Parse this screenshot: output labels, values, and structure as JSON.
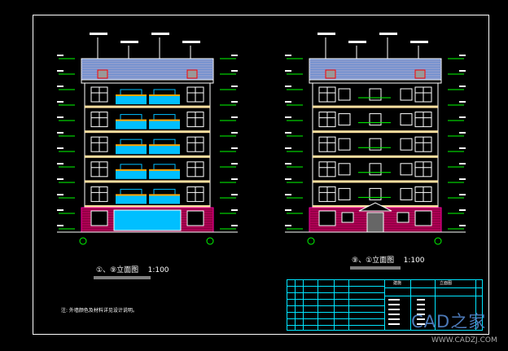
{
  "drawing": {
    "left_elevation": {
      "title": "①、⑨立面图",
      "scale": "1:100",
      "floors": 6
    },
    "right_elevation": {
      "title": "⑨、①立面图",
      "scale": "1:100",
      "floors": 6
    },
    "note": "注: 外墙颜色及材料详见设计说明。",
    "title_block": {
      "drawing_name": "立面图",
      "sheet_label": "建施"
    },
    "colors": {
      "frame": "#ffffff",
      "grid": "#00e5ff",
      "dim": "#00ff00",
      "roof": "#6f8fd0",
      "glass": "#00bfff",
      "brick": "#8b0040",
      "band": "#ffe0a0"
    }
  },
  "watermark": {
    "brand": "CAD之家",
    "url": "WWW.CADZJ.COM"
  }
}
